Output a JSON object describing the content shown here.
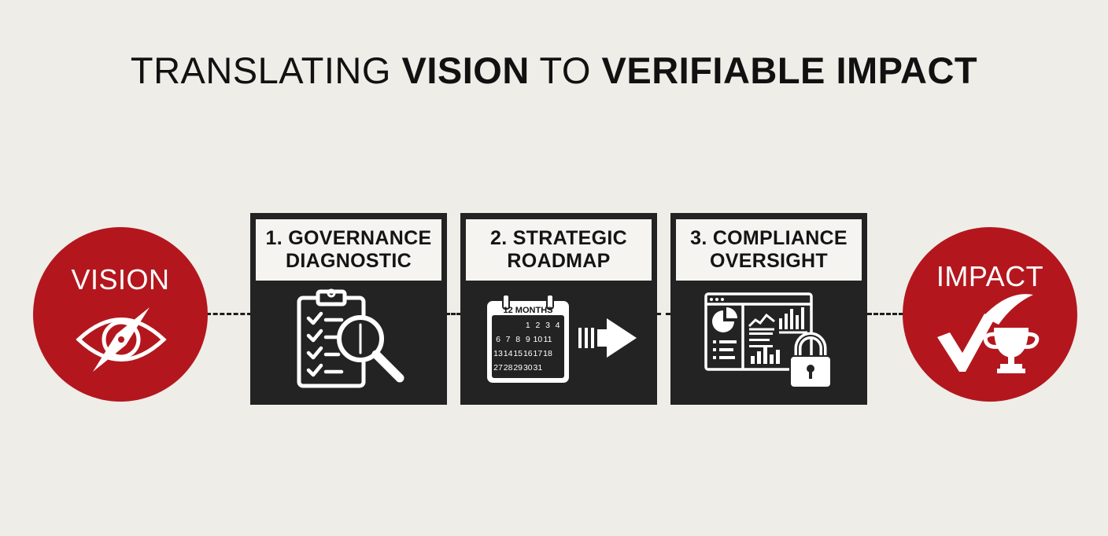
{
  "title": {
    "part1": "TRANSLATING ",
    "part2": "VISION",
    "part3": " TO ",
    "part4": "VERIFIABLE IMPACT"
  },
  "start": {
    "label": "VISION",
    "icon": "eye-compass-icon"
  },
  "end": {
    "label": "IMPACT",
    "icon": "checkmark-trophy-icon"
  },
  "steps": [
    {
      "line1": "1. GOVERNANCE",
      "line2": "DIAGNOSTIC",
      "icon": "clipboard-magnifier-icon"
    },
    {
      "line1": "2. STRATEGIC",
      "line2": "ROADMAP",
      "icon": "calendar-arrow-icon",
      "calendar": {
        "header": "12 MONTHS",
        "rows": [
          [
            "",
            "",
            "",
            "1",
            "2",
            "3",
            "4"
          ],
          [
            "6",
            "7",
            "8",
            "9",
            "10",
            "11",
            ""
          ],
          [
            "13",
            "14",
            "15",
            "16",
            "17",
            "18",
            ""
          ],
          [
            "27",
            "28",
            "29",
            "30",
            "31",
            "",
            ""
          ]
        ]
      }
    },
    {
      "line1": "3. COMPLIANCE",
      "line2": "OVERSIGHT",
      "icon": "dashboard-lock-icon"
    }
  ],
  "colors": {
    "background": "#efede8",
    "accent_red": "#b3171d",
    "panel_dark": "#232323",
    "label_bg": "#f5f4f0",
    "text_dark": "#111111"
  }
}
